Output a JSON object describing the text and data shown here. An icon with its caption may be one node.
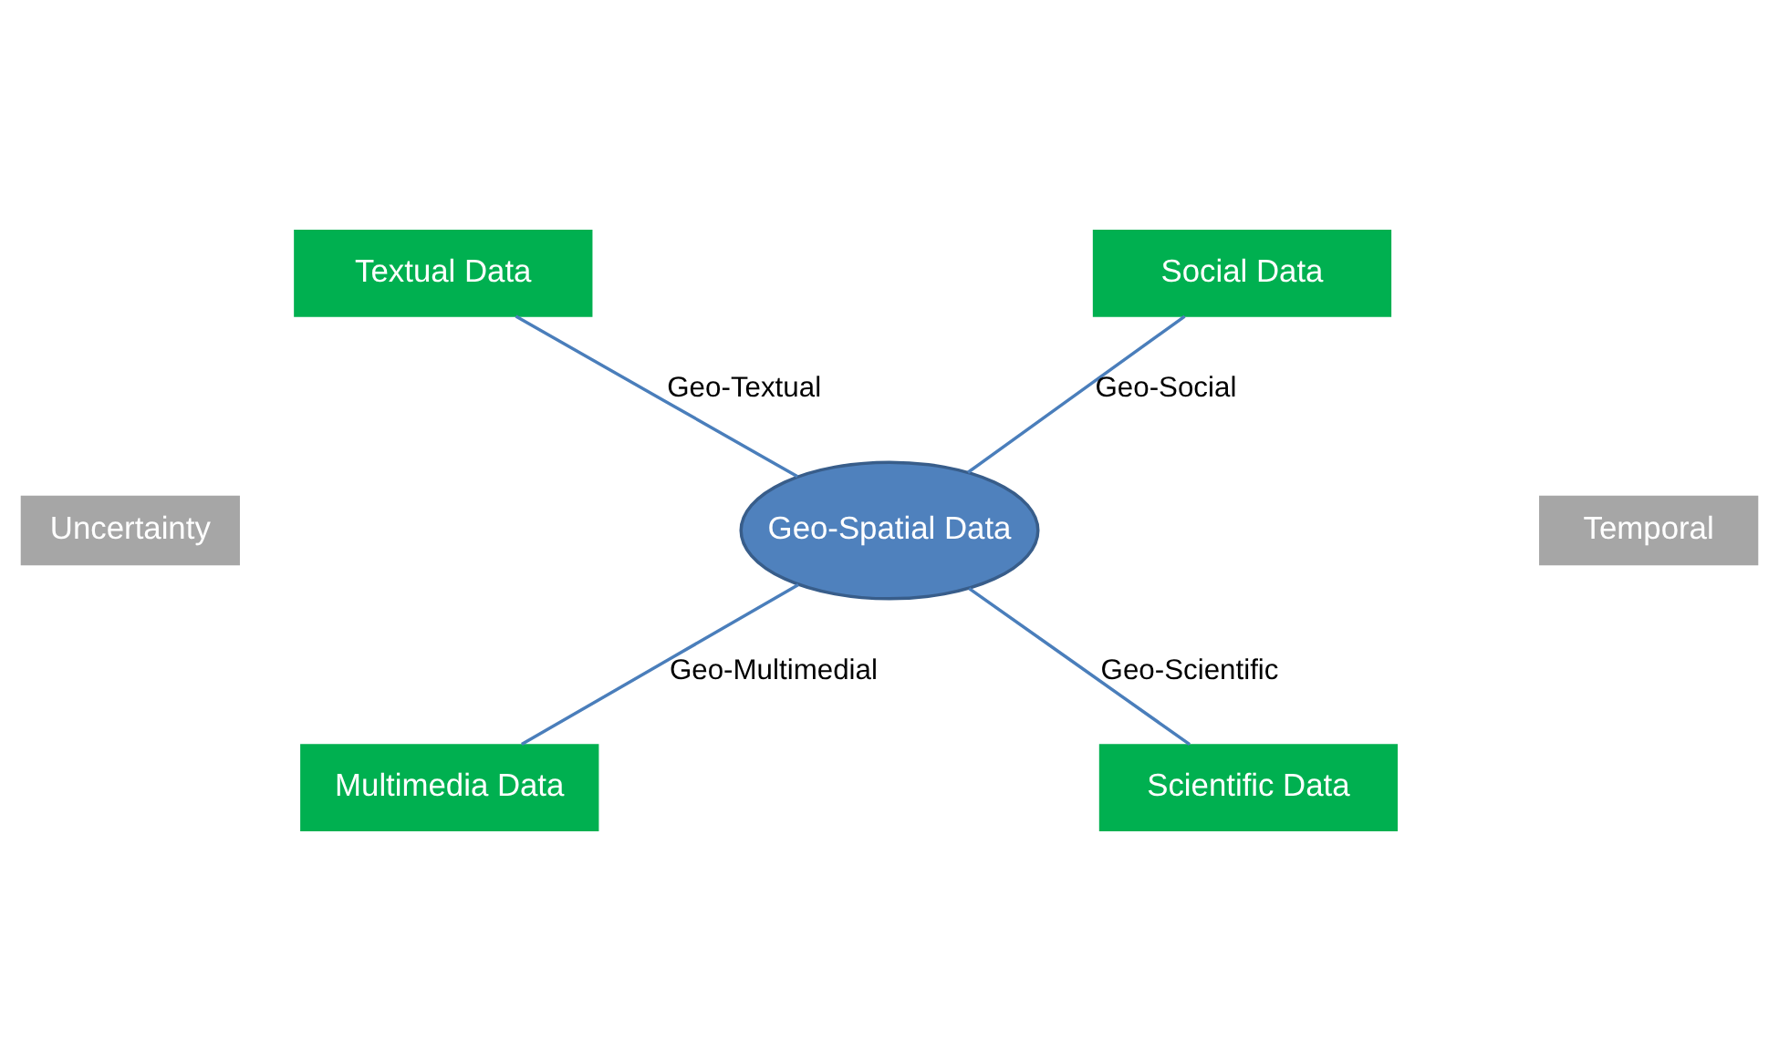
{
  "diagram": {
    "nodes": [
      {
        "text": [
          "Textual Data"
        ]
      },
      {
        "text": [
          "Social Data"
        ]
      },
      {
        "text": [
          "Uncertainty"
        ]
      },
      {
        "text": [
          "Geo-Spatial Data"
        ]
      },
      {
        "text": [
          "Temporal"
        ]
      },
      {
        "text": [
          "Multimedia Data"
        ]
      },
      {
        "text": [
          "Scientific Data"
        ]
      }
    ],
    "edges": [
      {
        "from": 0,
        "to": 3,
        "arrow": "none",
        "label": "Geo-Textual"
      },
      {
        "from": 1,
        "to": 3,
        "arrow": "none",
        "label": "Geo-Social"
      },
      {
        "from": 3,
        "to": 5,
        "arrow": "none",
        "label": "Geo-Multimedial"
      },
      {
        "from": 3,
        "to": 6,
        "arrow": "none",
        "label": "Geo-Scientific"
      }
    ]
  }
}
